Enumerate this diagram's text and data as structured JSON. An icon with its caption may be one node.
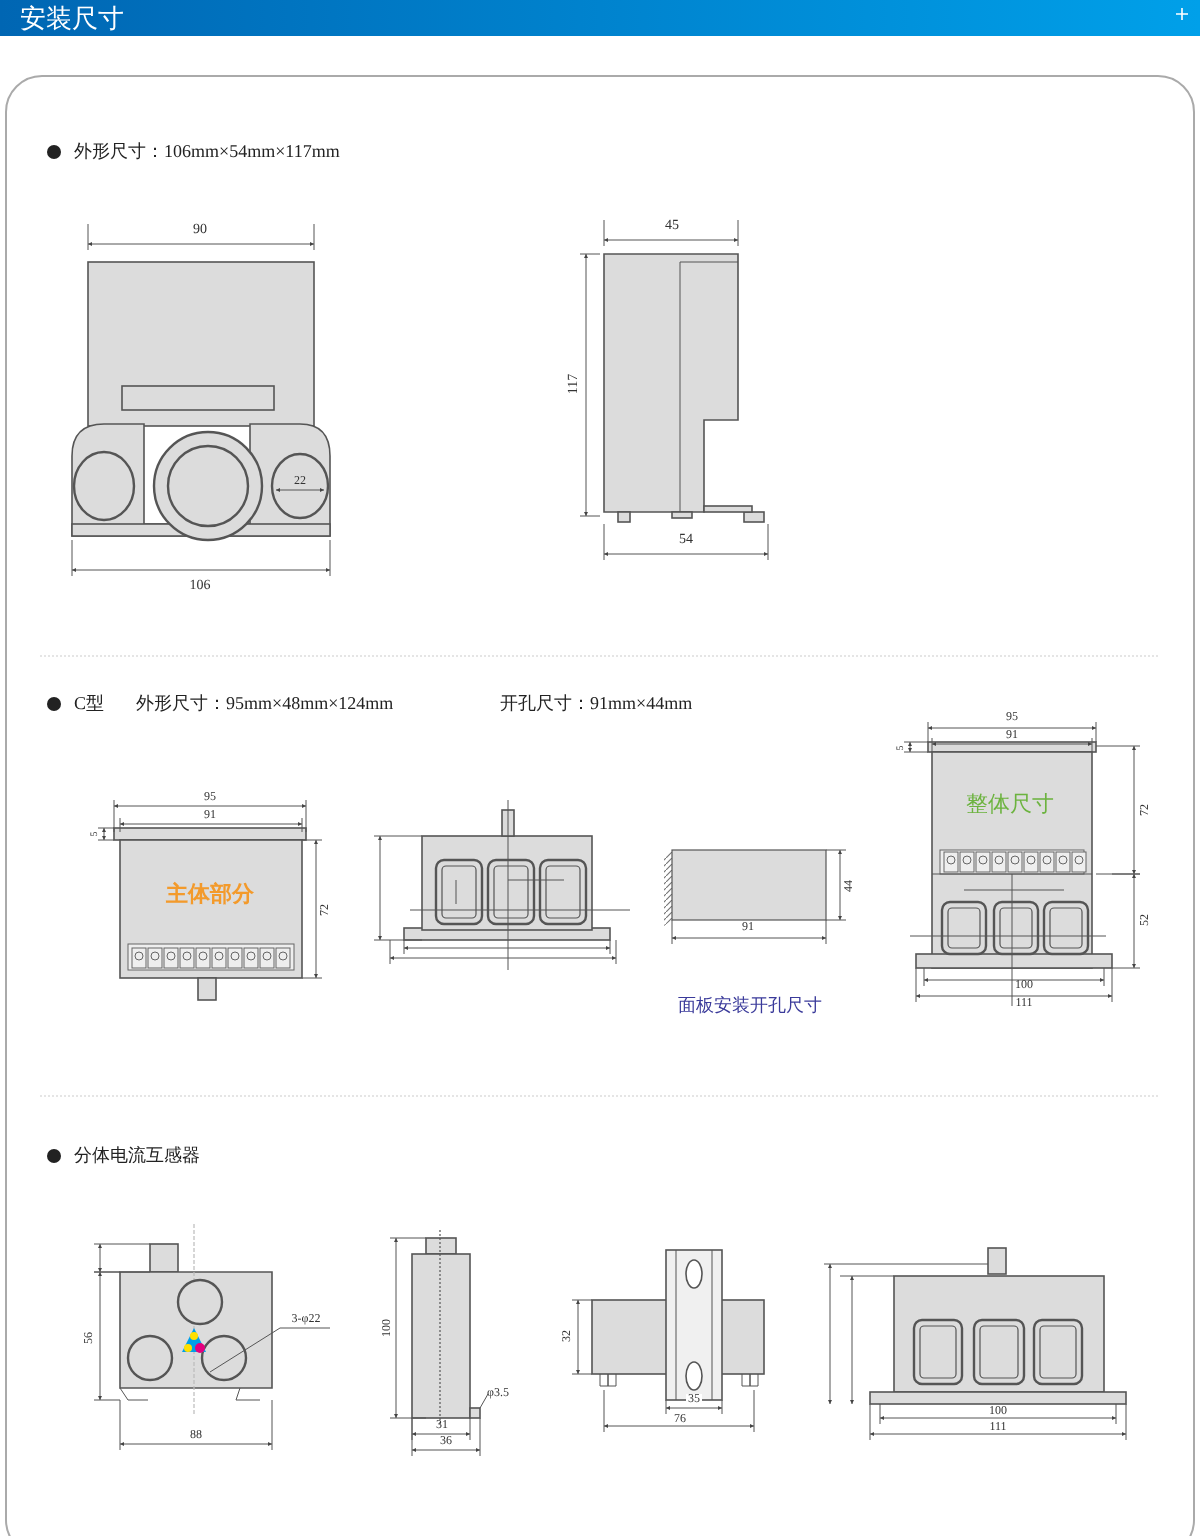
{
  "diagram": {
    "title": "安装尺寸",
    "labels": [
      "外形尺寸：106mm×54mm×117mm",
      "90",
      "22",
      "106",
      "45",
      "117",
      "54",
      "C型",
      "外形尺寸：95mm×48mm×124mm",
      "开孔尺寸：91mm×44mm",
      "95",
      "91",
      "5",
      "主体部分",
      "72",
      "44",
      "91",
      "面板安装开孔尺寸",
      "95",
      "91",
      "5",
      "整体尺寸",
      "72",
      "52",
      "100",
      "111",
      "分体电流互感器",
      "56",
      "3-φ22",
      "88",
      "100",
      "φ3.5",
      "31",
      "36",
      "32",
      "35",
      "76",
      "100",
      "111"
    ]
  }
}
